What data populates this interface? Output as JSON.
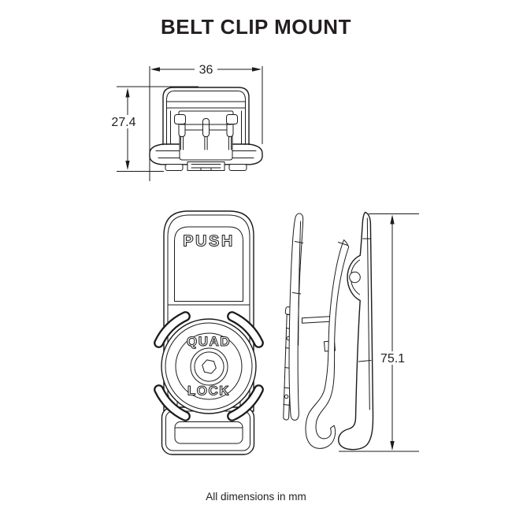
{
  "title": "BELT CLIP MOUNT",
  "footer_note": "All dimensions in mm",
  "colors": {
    "line": "#1b1b1b",
    "text": "#231f20",
    "background": "#ffffff"
  },
  "views": {
    "top_view": {
      "width_mm": "36",
      "depth_mm": "27.4"
    },
    "front_view": {
      "push_label": "PUSH",
      "brand_word_top": "QUAD",
      "brand_word_bottom": "LOCK"
    },
    "side_view": {
      "height_mm": "75.1"
    }
  }
}
